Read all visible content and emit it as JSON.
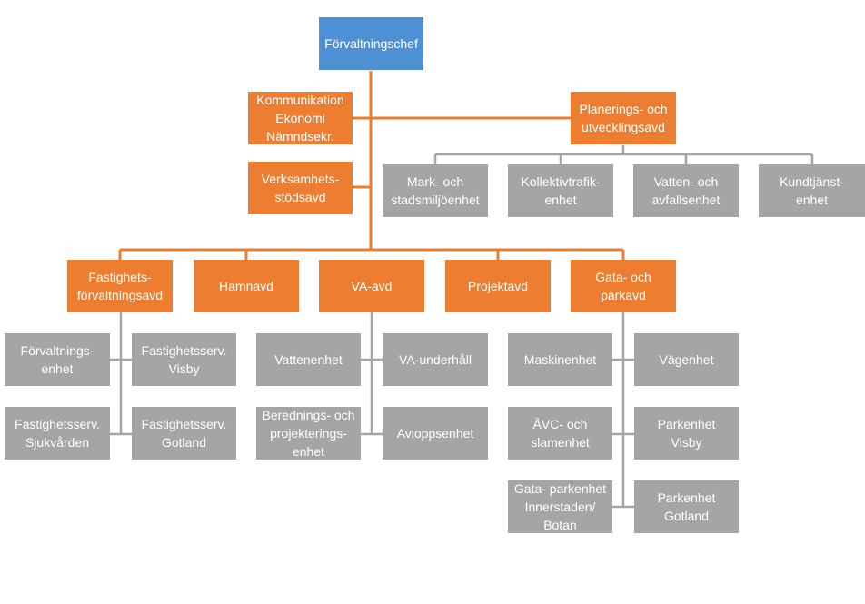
{
  "colors": {
    "head": "#4e90d3",
    "department": "#ed7d31",
    "unit": "#a5a5a5",
    "line_orange": "#ed7d31",
    "line_grey": "#a5a5a5"
  },
  "head": {
    "label": "Förvaltningschef"
  },
  "staff": {
    "communication": [
      "Kommunikation",
      "Ekonomi",
      "Nämndsekr."
    ],
    "business_support": [
      "Verksamhets-",
      "stödsavd"
    ]
  },
  "planning": {
    "label": [
      "Planerings- och",
      "utvecklingsavd"
    ],
    "units": [
      [
        "Mark- och",
        "stadsmiljöenhet"
      ],
      [
        "Kollektivtrafik-",
        "enhet"
      ],
      [
        "Vatten- och",
        "avfallsenhet"
      ],
      [
        "Kundtjänst-",
        "enhet"
      ]
    ]
  },
  "departments": {
    "property": {
      "label": [
        "Fastighets-",
        "förvaltningsavd"
      ],
      "units": [
        [
          "Förvaltnings-",
          "enhet"
        ],
        [
          "Fastighetsserv.",
          "Visby"
        ],
        [
          "Fastighetsserv.",
          "Sjukvården"
        ],
        [
          "Fastighetsserv.",
          "Gotland"
        ]
      ]
    },
    "harbour": {
      "label": [
        "Hamnavd"
      ]
    },
    "water": {
      "label": [
        "VA-avd"
      ],
      "units": [
        [
          "Vattenenhet"
        ],
        [
          "VA-underhåll"
        ],
        [
          "Berednings- och",
          "projekterings-",
          "enhet"
        ],
        [
          "Avloppsenhet"
        ]
      ]
    },
    "project": {
      "label": [
        "Projektavd"
      ]
    },
    "streets": {
      "label": [
        "Gata- och",
        "parkavd"
      ],
      "units": [
        [
          "Maskinenhet"
        ],
        [
          "Vägenhet"
        ],
        [
          "ÅVC- och",
          "slamenhet"
        ],
        [
          "Parkenhet",
          "Visby"
        ],
        [
          "Gata- parkenhet",
          "Innerstaden/",
          "Botan"
        ],
        [
          "Parkenhet",
          "Gotland"
        ]
      ]
    }
  }
}
